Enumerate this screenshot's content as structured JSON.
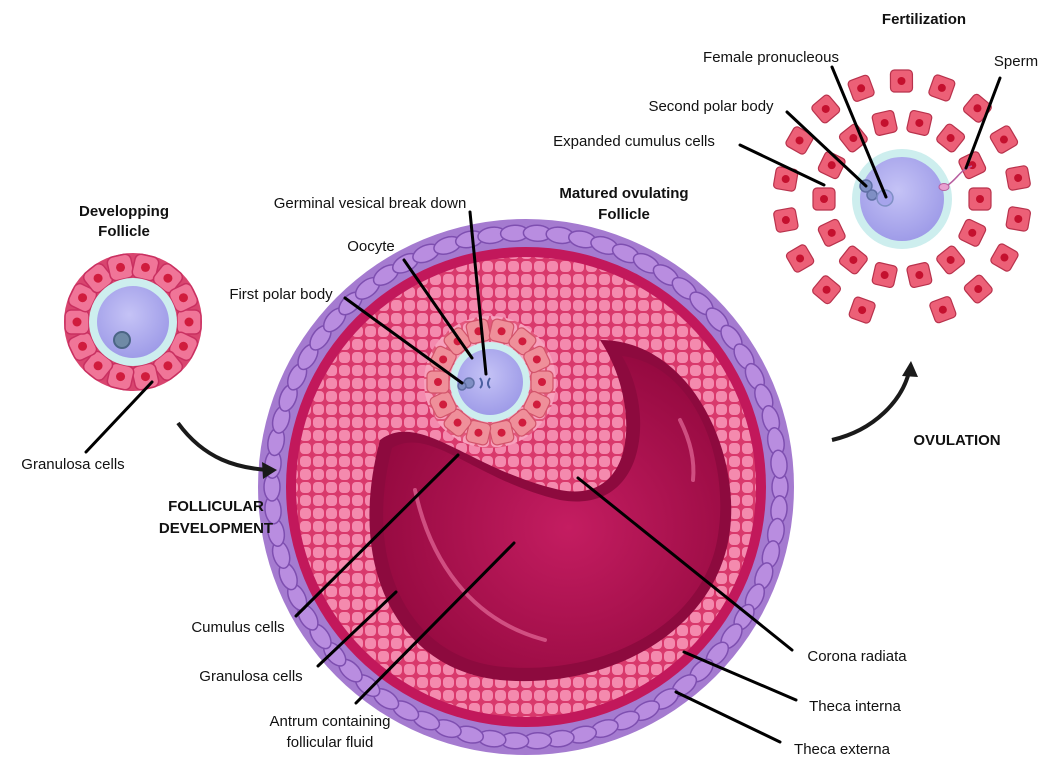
{
  "headings": {
    "developing_line1": "Developping",
    "developing_line2": "Follicle",
    "matured_line1": "Matured ovulating",
    "matured_line2": "Follicle",
    "fertilization": "Fertilization",
    "follicular_line1": "FOLLICULAR",
    "follicular_line2": "DEVELOPMENT",
    "ovulation": "OVULATION"
  },
  "labels": {
    "granulosa_developing": "Granulosa cells",
    "germinal_vesicle": "Germinal vesical break down",
    "oocyte": "Oocyte",
    "first_polar_body": "First polar body",
    "cumulus_cells": "Cumulus cells",
    "granulosa_mature": "Granulosa cells",
    "antrum_line1": "Antrum containing",
    "antrum_line2": "follicular fluid",
    "corona_radiata": "Corona radiata",
    "theca_interna": "Theca interna",
    "theca_externa": "Theca externa",
    "female_pronucleus": "Female pronucleous",
    "second_polar_body": "Second polar body",
    "expanded_cumulus": "Expanded cumulus cells",
    "sperm": "Sperm"
  },
  "colors": {
    "theca_externa": "#a57bd0",
    "theca_interna": "#c2185b",
    "granulosa": "#ef5a8a",
    "granulosa_cell": "#f48aae",
    "antrum": "#b0124f",
    "cumulus_cell": "#e8606a",
    "zona_pellucida": "#cdeeee",
    "oocyte": "#b0aef0",
    "nucleus": "#7f8fc4"
  }
}
